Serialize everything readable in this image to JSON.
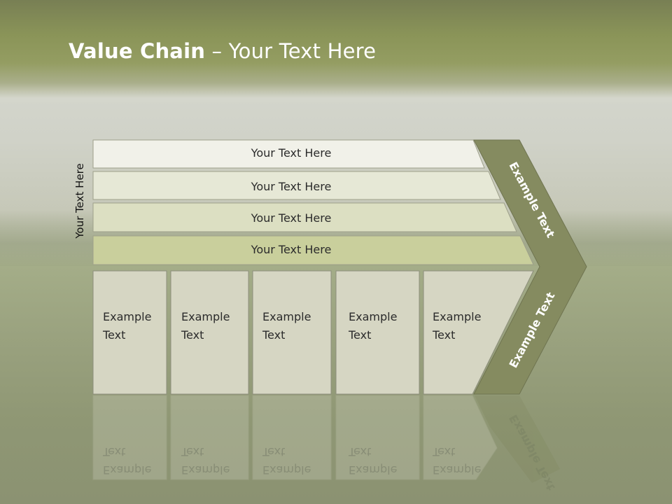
{
  "title": {
    "bold": "Value Chain",
    "rest": " – Your Text Here"
  },
  "side_label": "Your Text Here",
  "rows": [
    {
      "label": "Your Text Here"
    },
    {
      "label": "Your Text Here"
    },
    {
      "label": "Your Text Here"
    },
    {
      "label": "Your Text Here"
    }
  ],
  "boxes": [
    {
      "line1": "Example",
      "line2": "Text"
    },
    {
      "line1": "Example",
      "line2": "Text"
    },
    {
      "line1": "Example",
      "line2": "Text"
    },
    {
      "line1": "Example",
      "line2": "Text"
    },
    {
      "line1": "Example",
      "line2": "Text"
    }
  ],
  "chevron": {
    "top": "Example Text",
    "bottom": "Example Text"
  },
  "colors": {
    "header": "#8a9458",
    "row1": "#f1f1e9",
    "row2": "#e6e8d6",
    "row3": "#dcdfc2",
    "row4": "#c9cf9c",
    "box": "#d6d6c3",
    "chevron": "#858b60"
  }
}
